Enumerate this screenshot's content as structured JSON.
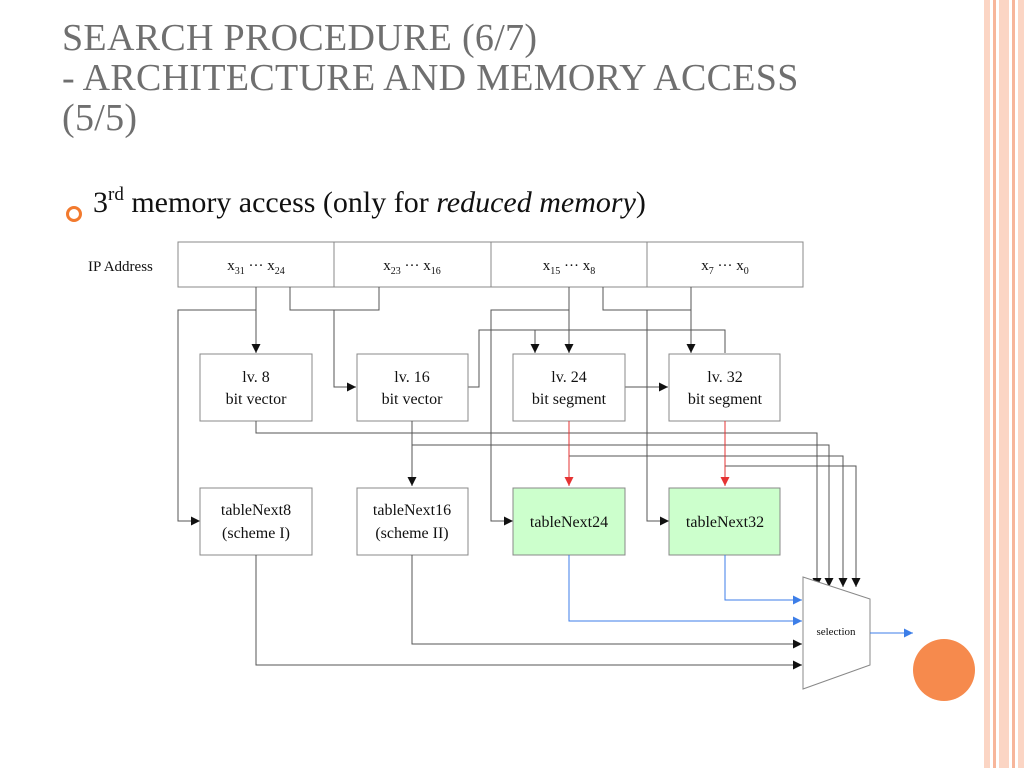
{
  "slide": {
    "title_line1": "SEARCH PROCEDURE (6/7)",
    "title_line2": "- ARCHITECTURE AND MEMORY ACCESS",
    "title_line3": "(5/5)",
    "bullet": {
      "prefix": "3",
      "superscript": "rd",
      "text": " memory access (only for ",
      "emphasis": "reduced memory",
      "suffix": ")"
    },
    "accent_color": "#f27a2e"
  },
  "diagram": {
    "ip_label": "IP Address",
    "fields": [
      {
        "base": "x",
        "sub1": "31",
        "mid": " ··· x",
        "sub2": "24"
      },
      {
        "base": "x",
        "sub1": "23",
        "mid": " ··· x",
        "sub2": "16"
      },
      {
        "base": "x",
        "sub1": "15",
        "mid": " ··· x",
        "sub2": "8"
      },
      {
        "base": "x",
        "sub1": "7",
        "mid": " ··· x",
        "sub2": "0"
      }
    ],
    "level_boxes": [
      {
        "line1": "lv. 8",
        "line2": "bit vector"
      },
      {
        "line1": "lv. 16",
        "line2": "bit vector"
      },
      {
        "line1": "lv. 24",
        "line2": "bit segment"
      },
      {
        "line1": "lv. 32",
        "line2": "bit segment"
      }
    ],
    "table_boxes": [
      {
        "line1": "tableNext8",
        "line2": "(scheme I)",
        "highlight": false
      },
      {
        "line1": "tableNext16",
        "line2": "(scheme II)",
        "highlight": false
      },
      {
        "line1": "tableNext24",
        "line2": "",
        "highlight": true
      },
      {
        "line1": "tableNext32",
        "line2": "",
        "highlight": true
      }
    ],
    "mux_label": "selection",
    "colors": {
      "highlight": "#ccffcc",
      "red_path": "#e53333",
      "blue_path": "#3c7ee8"
    }
  }
}
